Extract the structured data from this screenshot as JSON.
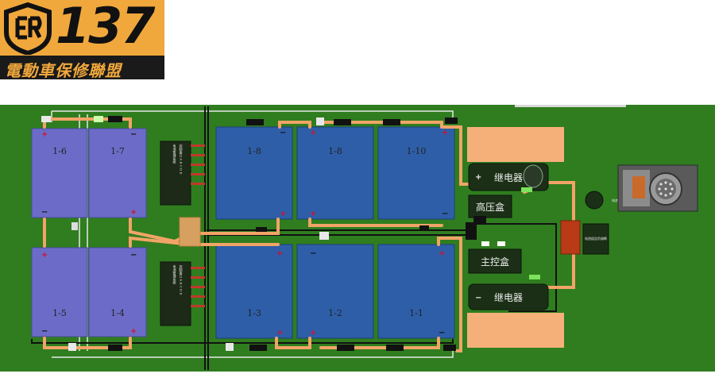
{
  "logo": {
    "number": "137",
    "slogan": "電動車保修聯盟",
    "colors": {
      "accent": "#f0a83c",
      "dark": "#1a1a1a"
    }
  },
  "diagram": {
    "cells": [
      {
        "id": "c16",
        "label": "1-6",
        "top_polarity": "+",
        "bottom_polarity": "−"
      },
      {
        "id": "c17",
        "label": "1-7",
        "top_polarity": "−",
        "bottom_polarity": "+"
      },
      {
        "id": "c15",
        "label": "1-5",
        "top_polarity": "+",
        "bottom_polarity": "−"
      },
      {
        "id": "c14",
        "label": "1-4",
        "top_polarity": "−",
        "bottom_polarity": "+"
      },
      {
        "id": "c18a",
        "label": "1-8",
        "top_polarity": "−",
        "bottom_polarity": "+"
      },
      {
        "id": "c18b",
        "label": "1-8",
        "top_polarity": "+",
        "bottom_polarity": "+"
      },
      {
        "id": "c110",
        "label": "1-10",
        "top_polarity": "+",
        "bottom_polarity": "−"
      },
      {
        "id": "c13",
        "label": "1-3",
        "top_polarity": "+",
        "bottom_polarity": "+"
      },
      {
        "id": "c12",
        "label": "1-2",
        "top_polarity": "−",
        "bottom_polarity": "+"
      },
      {
        "id": "c11",
        "label": "1-1",
        "top_polarity": "+",
        "bottom_polarity": "−"
      }
    ],
    "boxes": {
      "relay_top": "继电器",
      "relay_bottom": "继电器",
      "hv_box": "高压盒",
      "main_ctrl": "主控盒",
      "relay_top_polarity": "+",
      "relay_bottom_polarity": "−"
    },
    "bms": {
      "top_lines": [
        "电池管理系统",
        "控制接口 A B C D E"
      ],
      "bottom_lines": [
        "电池管理系统",
        "控制接口 A B C D E"
      ]
    },
    "small_labels": {
      "fuse_top": "电池组总正熔断",
      "fuse_bottom": "电池组总负熔断"
    },
    "colors": {
      "board": "#2f7d1f",
      "module_dark": "#2e5ea8",
      "module_light": "#6c6cc8",
      "wire": "#f2a467",
      "pad": "#f5b07a",
      "fuse": "#b83a17"
    }
  }
}
